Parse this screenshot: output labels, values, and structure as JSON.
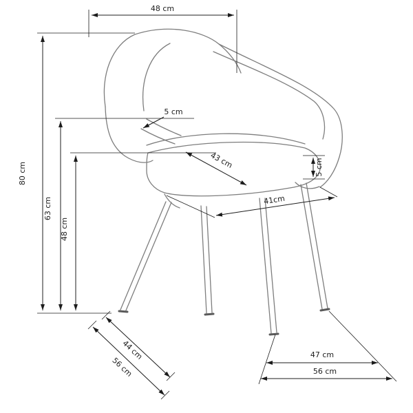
{
  "colors": {
    "line": "#1c1c1c",
    "chair": "#7d7d7d",
    "background": "#ffffff"
  },
  "dims": {
    "back_width": "48 cm",
    "total_height": "80 cm",
    "armrest_height": "63 cm",
    "seat_height": "48 cm",
    "armrest_thickness": "5 cm",
    "seat_depth": "43 cm",
    "cushion_thickness": "5 cm",
    "seat_width": "41cm",
    "base_depth_inner": "44 cm",
    "base_depth_outer": "56 cm",
    "base_width_inner": "47 cm",
    "base_width_outer": "56 cm"
  }
}
